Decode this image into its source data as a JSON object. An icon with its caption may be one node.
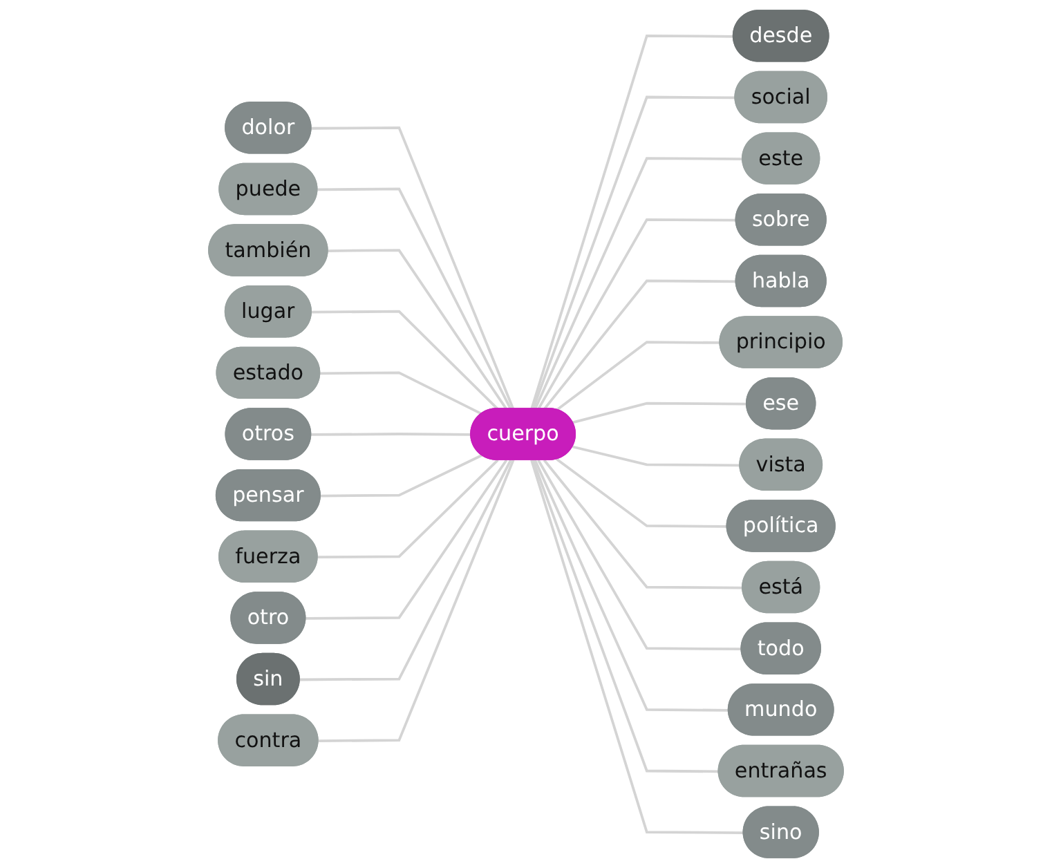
{
  "diagram": {
    "nodes": [
      {
        "text": [
          "dolor"
        ]
      },
      {
        "text": [
          "puede"
        ]
      },
      {
        "text": [
          "este"
        ]
      },
      {
        "text": [
          "desde"
        ]
      },
      {
        "text": [
          "social"
        ]
      },
      {
        "text": [
          "sobre"
        ]
      },
      {
        "text": [
          "también"
        ]
      },
      {
        "text": [
          "habla"
        ]
      },
      {
        "text": [
          "ese"
        ]
      },
      {
        "text": [
          "lugar"
        ]
      },
      {
        "text": [
          "principio"
        ]
      },
      {
        "text": [
          "estado"
        ]
      },
      {
        "text": [
          "vista"
        ]
      },
      {
        "text": [
          "cuerpo"
        ]
      },
      {
        "text": [
          "otros"
        ]
      },
      {
        "text": [
          "pensar"
        ]
      },
      {
        "text": [
          "política"
        ]
      },
      {
        "text": [
          "fuerza"
        ]
      },
      {
        "text": [
          "está"
        ]
      },
      {
        "text": [
          "otro"
        ]
      },
      {
        "text": [
          "mundo"
        ]
      },
      {
        "text": [
          "entrañas"
        ]
      },
      {
        "text": [
          "todo"
        ]
      },
      {
        "text": [
          "sin"
        ]
      },
      {
        "text": [
          "contra"
        ]
      },
      {
        "text": [
          "sino"
        ]
      }
    ],
    "edges": [
      {
        "from": 0,
        "to": 13,
        "arrow": "none"
      },
      {
        "from": 1,
        "to": 13,
        "arrow": "none"
      },
      {
        "from": 6,
        "to": 13,
        "arrow": "none"
      },
      {
        "from": 9,
        "to": 13,
        "arrow": "none"
      },
      {
        "from": 11,
        "to": 13,
        "arrow": "none"
      },
      {
        "from": 14,
        "to": 13,
        "arrow": "none"
      },
      {
        "from": 15,
        "to": 13,
        "arrow": "none"
      },
      {
        "from": 17,
        "to": 13,
        "arrow": "none"
      },
      {
        "from": 19,
        "to": 13,
        "arrow": "none"
      },
      {
        "from": 23,
        "to": 13,
        "arrow": "none"
      },
      {
        "from": 24,
        "to": 13,
        "arrow": "none"
      },
      {
        "from": 13,
        "to": 3,
        "arrow": "none"
      },
      {
        "from": 13,
        "to": 4,
        "arrow": "none"
      },
      {
        "from": 13,
        "to": 2,
        "arrow": "none"
      },
      {
        "from": 13,
        "to": 5,
        "arrow": "none"
      },
      {
        "from": 13,
        "to": 7,
        "arrow": "none"
      },
      {
        "from": 13,
        "to": 10,
        "arrow": "none"
      },
      {
        "from": 13,
        "to": 8,
        "arrow": "none"
      },
      {
        "from": 13,
        "to": 12,
        "arrow": "none"
      },
      {
        "from": 13,
        "to": 16,
        "arrow": "none"
      },
      {
        "from": 13,
        "to": 18,
        "arrow": "none"
      },
      {
        "from": 13,
        "to": 22,
        "arrow": "none"
      },
      {
        "from": 13,
        "to": 20,
        "arrow": "none"
      },
      {
        "from": 13,
        "to": 21,
        "arrow": "none"
      },
      {
        "from": 13,
        "to": 25,
        "arrow": "none"
      }
    ]
  }
}
